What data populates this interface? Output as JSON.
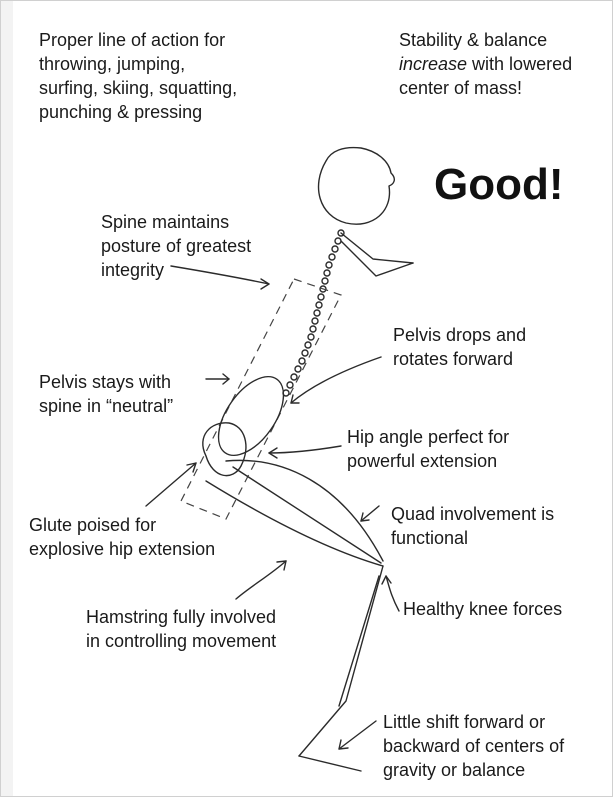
{
  "headline": "Good!",
  "intro_left": [
    "Proper line of action for",
    "throwing, jumping,",
    "surfing, skiing, squatting,",
    "punching & pressing"
  ],
  "intro_right": {
    "line1": "Stability & balance",
    "line2_italic": "increase",
    "line2_rest": " with lowered",
    "line3": "center of mass!"
  },
  "annotations": {
    "spine": [
      "Spine maintains",
      "posture of greatest",
      "integrity"
    ],
    "pelvis_drops": [
      "Pelvis drops and",
      "rotates forward"
    ],
    "pelvis_neutral": [
      "Pelvis stays with",
      "spine in “neutral”"
    ],
    "hip_angle": [
      "Hip angle perfect for",
      "powerful extension"
    ],
    "glute": [
      "Glute poised for",
      "explosive hip extension"
    ],
    "quad": [
      "Quad involvement is",
      "functional"
    ],
    "hamstring": [
      "Hamstring fully involved",
      "in controlling movement"
    ],
    "knee": [
      "Healthy knee forces"
    ],
    "balance": [
      "Little shift forward or",
      "backward of centers of",
      "gravity or balance"
    ]
  }
}
